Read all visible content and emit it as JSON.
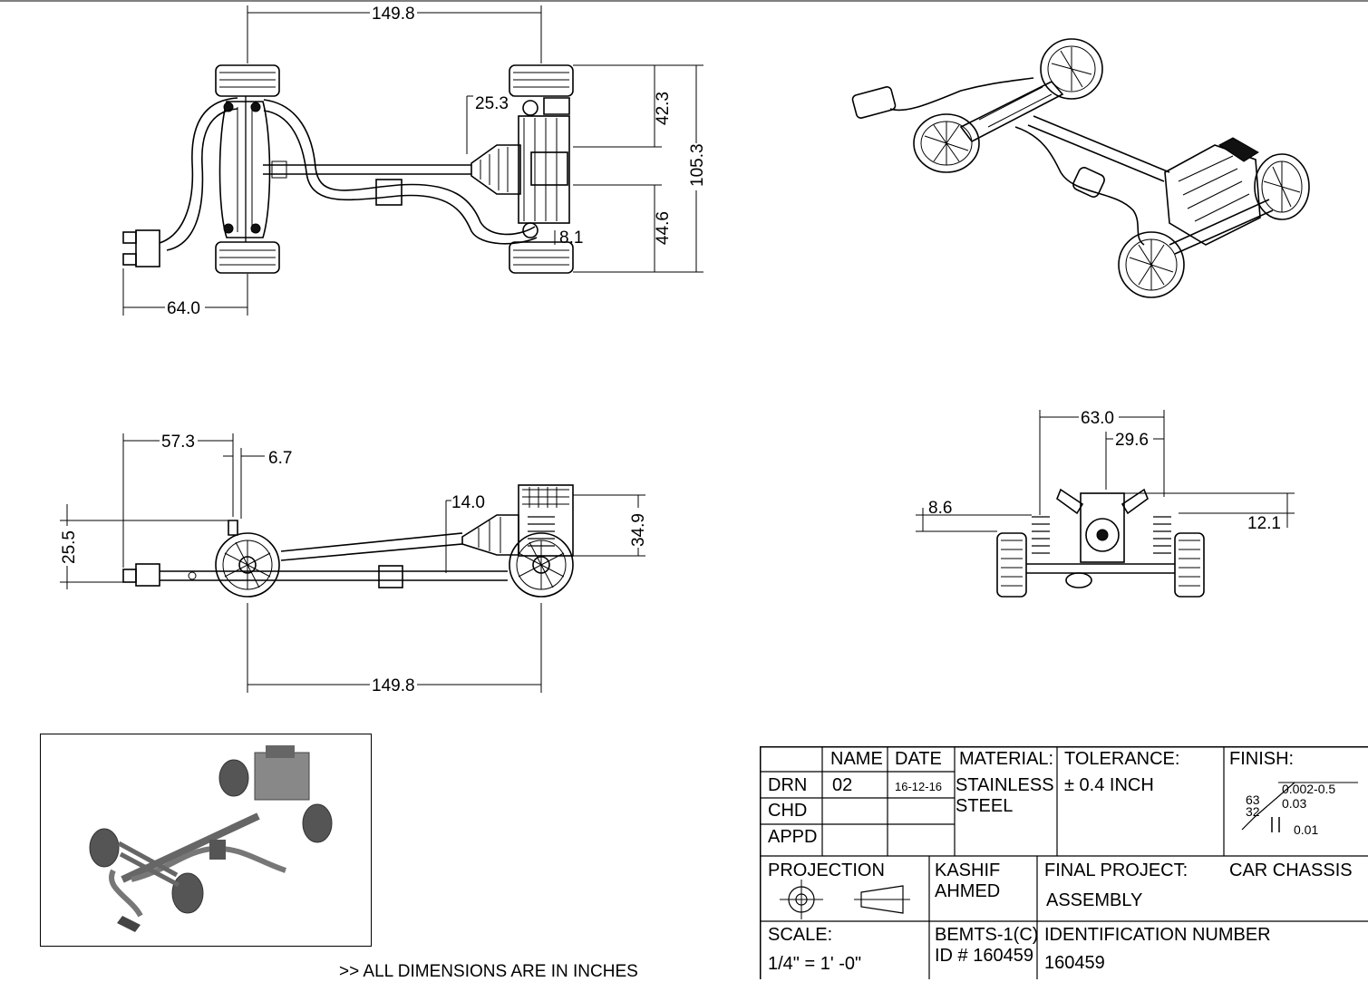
{
  "dimensions": {
    "top_view": {
      "wheelbase": "149.8",
      "d25_3": "25.3",
      "d42_3": "42.3",
      "d105_3": "105.3",
      "d44_6": "44.6",
      "d8_1": "8.1",
      "d64_0": "64.0"
    },
    "side_view": {
      "d57_3": "57.3",
      "d6_7": "6.7",
      "d14_0": "14.0",
      "d25_5": "25.5",
      "d34_9": "34.9",
      "wheelbase": "149.8"
    },
    "front_view": {
      "d63_0": "63.0",
      "d29_6": "29.6",
      "d8_6": "8.6",
      "d12_1": "12.1"
    }
  },
  "title_block": {
    "name_header": "NAME",
    "date_header": "DATE",
    "material_label": "MATERIAL:",
    "material_value_line1": "STAINLESS",
    "material_value_line2": "STEEL",
    "tolerance_label": "TOLERANCE:",
    "tolerance_value": "± 0.4 INCH",
    "finish_label": "FINISH:",
    "finish_63": "63",
    "finish_32": "32",
    "finish_range": "0.002-0.5",
    "finish_003": "0.03",
    "finish_001": "0.01",
    "drn_label": "DRN",
    "drn_name": "02",
    "drn_date": "16-12-16",
    "chd_label": "CHD",
    "appd_label": "APPD",
    "projection_label": "PROJECTION",
    "author_line1": "KASHIF",
    "author_line2": "AHMED",
    "project_label": "FINAL PROJECT:",
    "project_value_line1": "CAR CHASSIS",
    "project_value_line2": "ASSEMBLY",
    "scale_label": "SCALE:",
    "scale_value": "1/4\" = 1' -0\"",
    "class_id_line1": "BEMTS-1(C)",
    "class_id_line2": "ID # 160459",
    "identification_label": "IDENTIFICATION NUMBER",
    "identification_value": "160459"
  },
  "note": ">> ALL DIMENSIONS ARE IN INCHES"
}
